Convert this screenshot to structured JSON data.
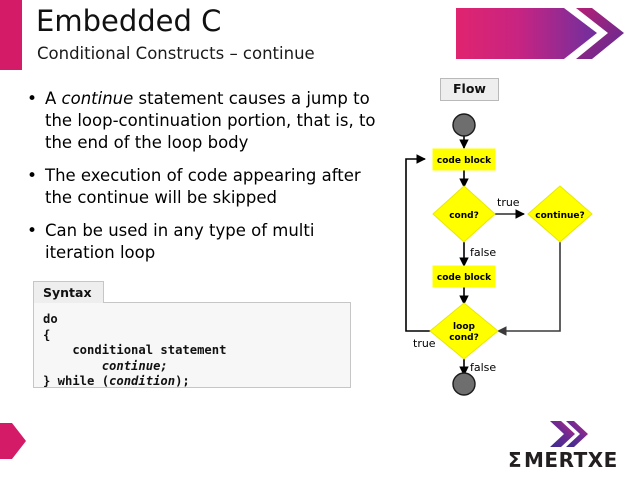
{
  "slide": {
    "title": "Embedded C",
    "subtitle": "Conditional Constructs – continue",
    "accent_color": "#d31b68",
    "accent_color_secondary": "#7b2b9e"
  },
  "bullets": [
    {
      "marker": "•",
      "segments": [
        {
          "text": "A ",
          "style": "normal"
        },
        {
          "text": "continue",
          "style": "italic"
        },
        {
          "text": " statement causes a jump to the loop-continuation portion, that is, to the end of the loop body",
          "style": "normal"
        }
      ]
    },
    {
      "marker": "•",
      "segments": [
        {
          "text": "The execution of code appearing after the continue will be skipped",
          "style": "normal"
        }
      ]
    },
    {
      "marker": "•",
      "segments": [
        {
          "text": "Can be used in any type of multi iteration loop",
          "style": "normal"
        }
      ]
    }
  ],
  "syntax": {
    "tab_label": "Syntax",
    "code_lines": [
      {
        "segments": [
          {
            "text": "do",
            "style": "normal"
          }
        ]
      },
      {
        "segments": [
          {
            "text": "{",
            "style": "normal"
          }
        ]
      },
      {
        "segments": [
          {
            "text": "    conditional statement",
            "style": "normal"
          }
        ]
      },
      {
        "segments": [
          {
            "text": "        ",
            "style": "normal"
          },
          {
            "text": "continue;",
            "style": "italic"
          }
        ]
      },
      {
        "segments": [
          {
            "text": "} while (",
            "style": "normal"
          },
          {
            "text": "condition",
            "style": "italic"
          },
          {
            "text": ");",
            "style": "normal"
          }
        ]
      }
    ]
  },
  "flow": {
    "label": "Flow",
    "node_fill": "#ffff00",
    "terminal_fill": "#666666",
    "nodes": [
      {
        "id": "start",
        "type": "terminal",
        "label": ""
      },
      {
        "id": "code-block-1",
        "type": "process",
        "label": "code block"
      },
      {
        "id": "cond",
        "type": "decision",
        "label": "cond?"
      },
      {
        "id": "continue",
        "type": "decision",
        "label": "continue?"
      },
      {
        "id": "code-block-2",
        "type": "process",
        "label": "code block"
      },
      {
        "id": "loop-cond",
        "type": "decision",
        "label": "loop cond?",
        "label_line1": "loop",
        "label_line2": "cond?"
      },
      {
        "id": "end",
        "type": "terminal",
        "label": ""
      }
    ],
    "edge_labels": {
      "cond_true": "true",
      "cond_false": "false",
      "loop_true": "true",
      "loop_false": "false"
    }
  },
  "branding": {
    "name": "MERTXE",
    "sigma": "Σ"
  }
}
